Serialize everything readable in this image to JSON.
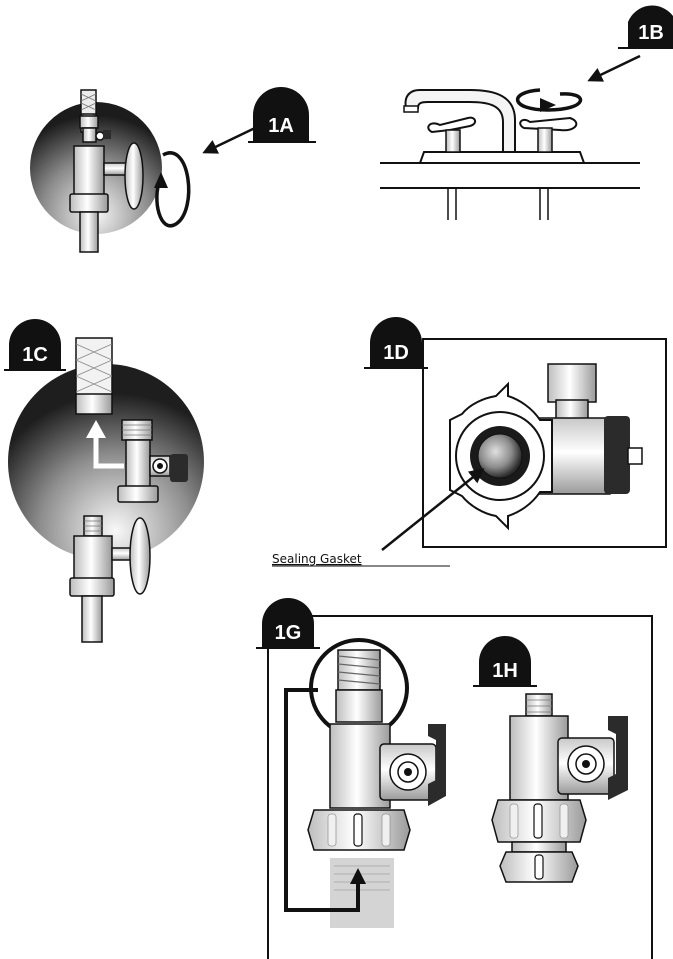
{
  "steps": {
    "s1a": "1A",
    "s1b": "1B",
    "s1c": "1C",
    "s1d": "1D",
    "s1g": "1G",
    "s1h": "1H"
  },
  "labels": {
    "sealing_gasket": "Sealing Gasket"
  },
  "colors": {
    "ink": "#111111",
    "metal_light": "#f4f4f4",
    "metal_mid": "#bdbdbd",
    "metal_dark": "#3a3a3a",
    "ghost_pipe": "#d4d4d4",
    "handle_dark": "#2b2b2b"
  }
}
